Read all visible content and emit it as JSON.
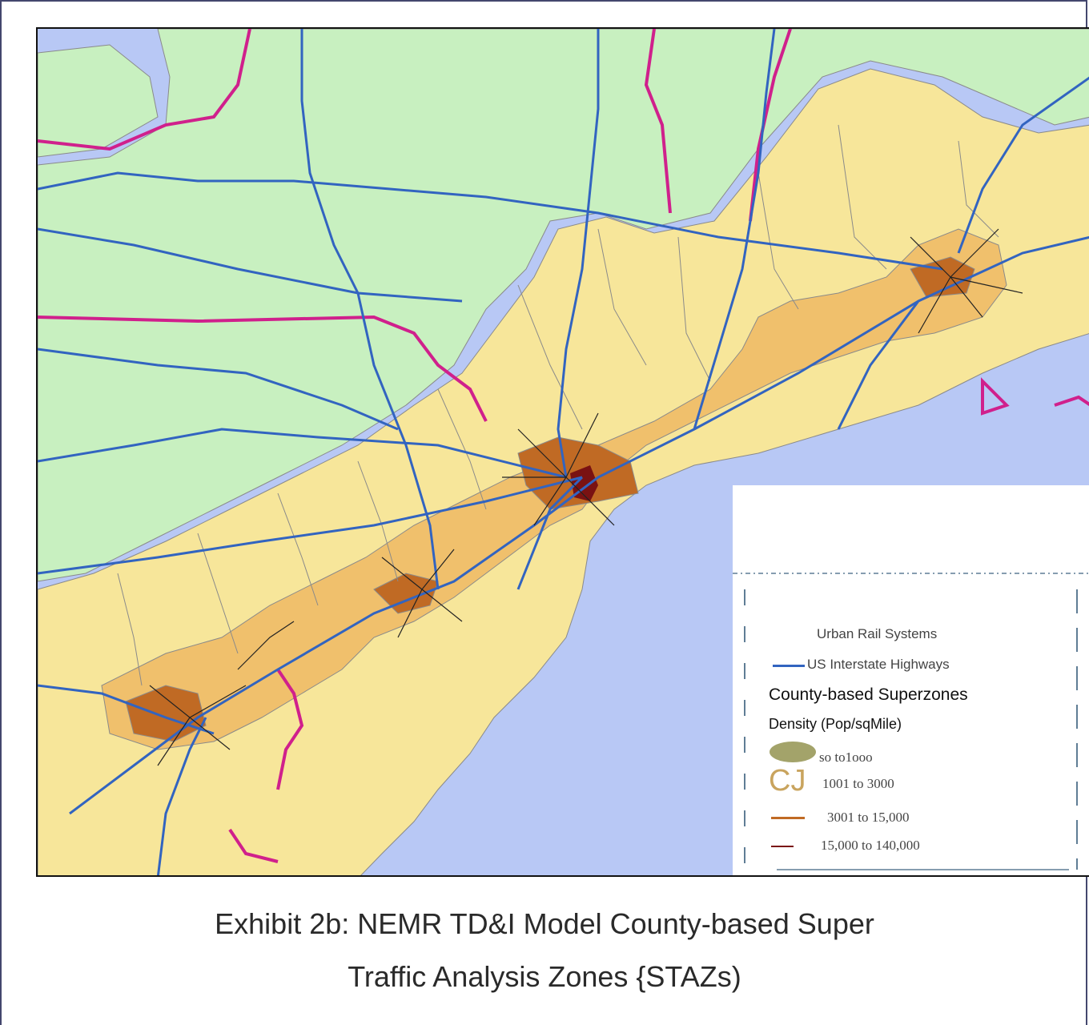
{
  "legend": {
    "rail_label": "Urban Rail Systems",
    "highway_label": "US Interstate Highways",
    "title": "County-based Superzones",
    "subtitle": "Density  (Pop/sqMile)",
    "classes": [
      {
        "label": "so to1ooo",
        "color": "#f7e69a"
      },
      {
        "label": "1001  to 3000",
        "color": "#f0c06c"
      },
      {
        "label": "3001  to 15,000",
        "color": "#c06a24"
      },
      {
        "label": "15,000 to 140,000",
        "color": "#7a1212"
      }
    ],
    "highway_color": "#3264c0"
  },
  "caption": {
    "line1": "Exhibit  2b:  NEMR TD&I Model County-based  Super",
    "line2": "Traffic  Analysis Zones {STAZs)"
  },
  "map_colors": {
    "water": "#b8c8f5",
    "land_outside": "#c8f0c0",
    "state_border": "#d0208c",
    "county_border": "#8a8a8a"
  }
}
